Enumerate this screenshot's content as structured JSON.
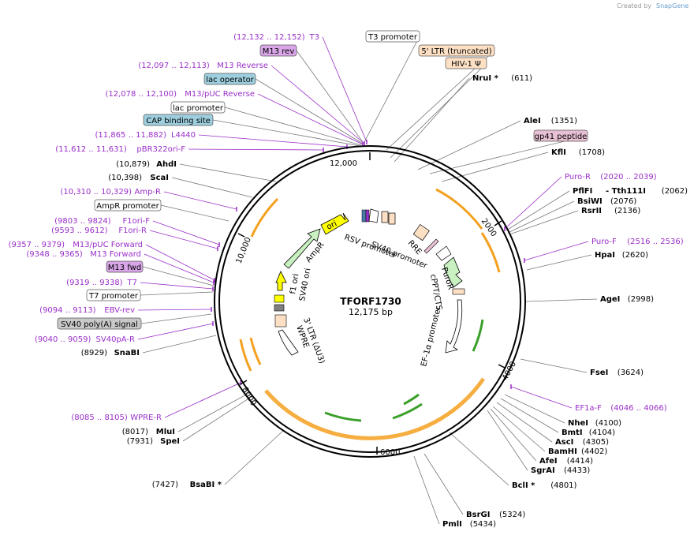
{
  "brand": {
    "created_by": "Created by",
    "app": "SnapGene"
  },
  "plasmid": {
    "name": "TFORF1730",
    "size": "12,175 bp"
  },
  "ticks": [
    "12,000",
    "2000",
    "4000",
    "6000",
    "8000",
    "10,000"
  ],
  "labels": [
    {
      "text": "T3",
      "range": "(12,132 .. 12,152)",
      "kind": "purple"
    },
    {
      "text": "T3 promoter",
      "kind": "box",
      "fill": "#ffffff"
    },
    {
      "text": "M13 rev",
      "kind": "box",
      "fill": "#d9a6e8"
    },
    {
      "text": "5' LTR (truncated)",
      "kind": "box",
      "fill": "#fde0c4"
    },
    {
      "text": "HIV-1 Ψ",
      "kind": "box",
      "fill": "#fde0c4"
    },
    {
      "text": "M13 Reverse",
      "range": "(12,097 .. 12,113)",
      "kind": "purple"
    },
    {
      "text": "NruI *",
      "pos": "(611)",
      "kind": "enzyme"
    },
    {
      "text": "lac operator",
      "kind": "box",
      "fill": "#9ecfdf"
    },
    {
      "text": "M13/pUC Reverse",
      "range": "(12,078 .. 12,100)",
      "kind": "purple"
    },
    {
      "text": "lac promoter",
      "kind": "box",
      "fill": "#ffffff"
    },
    {
      "text": "CAP binding site",
      "kind": "box",
      "fill": "#9ecfdf"
    },
    {
      "text": "AleI",
      "pos": "(1351)",
      "kind": "enzyme"
    },
    {
      "text": "L4440",
      "range": "(11,865 .. 11,882)",
      "kind": "purple"
    },
    {
      "text": "gp41 peptide",
      "kind": "box",
      "fill": "#e8c0d4"
    },
    {
      "text": "pBR322ori-F",
      "range": "(11,612 .. 11,631)",
      "kind": "purple"
    },
    {
      "text": "KflI",
      "pos": "(1708)",
      "kind": "enzyme"
    },
    {
      "text": "AhdI",
      "pos": "(10,879)",
      "kind": "enzyme-left"
    },
    {
      "text": "ScaI",
      "pos": "(10,398)",
      "kind": "enzyme-left"
    },
    {
      "text": "Puro-R",
      "range": "(2020 .. 2039)",
      "kind": "purple-right"
    },
    {
      "text": "Amp-R",
      "range": "(10,310 .. 10,329)",
      "kind": "purple"
    },
    {
      "text": "PflFI",
      "extra": "Tth111I",
      "pos": "(2062)",
      "kind": "enzyme"
    },
    {
      "text": "BsiWI",
      "pos": "(2076)",
      "kind": "enzyme"
    },
    {
      "text": "AmpR promoter",
      "kind": "box",
      "fill": "#ffffff"
    },
    {
      "text": "RsrII",
      "pos": "(2136)",
      "kind": "enzyme"
    },
    {
      "text": "F1ori-F",
      "range": "(9803 .. 9824)",
      "kind": "purple"
    },
    {
      "text": "F1ori-R",
      "range": "(9593 .. 9612)",
      "kind": "purple"
    },
    {
      "text": "Puro-F",
      "range": "(2516 .. 2536)",
      "kind": "purple-right"
    },
    {
      "text": "M13/pUC Forward",
      "range": "(9357 .. 9379)",
      "kind": "purple"
    },
    {
      "text": "M13 Forward",
      "range": "(9348 .. 9365)",
      "kind": "purple"
    },
    {
      "text": "HpaI",
      "pos": "(2620)",
      "kind": "enzyme"
    },
    {
      "text": "M13 fwd",
      "kind": "box",
      "fill": "#d9a6e8"
    },
    {
      "text": "T7",
      "range": "(9319 .. 9338)",
      "kind": "purple"
    },
    {
      "text": "T7 promoter",
      "kind": "box",
      "fill": "#ffffff"
    },
    {
      "text": "AgeI",
      "pos": "(2998)",
      "kind": "enzyme"
    },
    {
      "text": "EBV-rev",
      "range": "(9094 .. 9113)",
      "kind": "purple"
    },
    {
      "text": "SV40 poly(A) signal",
      "kind": "box",
      "fill": "#c8c8c8"
    },
    {
      "text": "SV40pA-R",
      "range": "(9040 .. 9059)",
      "kind": "purple"
    },
    {
      "text": "SnaBI",
      "pos": "(8929)",
      "kind": "enzyme-left"
    },
    {
      "text": "FseI",
      "pos": "(3624)",
      "kind": "enzyme"
    },
    {
      "text": "EF1a-F",
      "range": "(4046 .. 4066)",
      "kind": "purple-right"
    },
    {
      "text": "WPRE-R",
      "range": "(8085 .. 8105)",
      "kind": "purple"
    },
    {
      "text": "NheI",
      "pos": "(4100)",
      "kind": "enzyme"
    },
    {
      "text": "MluI",
      "pos": "(8017)",
      "kind": "enzyme-left"
    },
    {
      "text": "BmtI",
      "pos": "(4104)",
      "kind": "enzyme"
    },
    {
      "text": "SpeI",
      "pos": "(7931)",
      "kind": "enzyme-left"
    },
    {
      "text": "AscI",
      "pos": "(4305)",
      "kind": "enzyme"
    },
    {
      "text": "BamHI",
      "pos": "(4402)",
      "kind": "enzyme"
    },
    {
      "text": "AfeI",
      "pos": "(4414)",
      "kind": "enzyme"
    },
    {
      "text": "SgrAI",
      "pos": "(4433)",
      "kind": "enzyme"
    },
    {
      "text": "BsaBI *",
      "pos": "(7427)",
      "kind": "enzyme-left"
    },
    {
      "text": "BclI *",
      "pos": "(4801)",
      "kind": "enzyme"
    },
    {
      "text": "BsrGI",
      "pos": "(5324)",
      "kind": "enzyme"
    },
    {
      "text": "PmlI",
      "pos": "(5434)",
      "kind": "enzyme"
    }
  ],
  "inner_features": [
    {
      "text": "RSV promoter"
    },
    {
      "text": "SV40 promoter"
    },
    {
      "text": "RRE"
    },
    {
      "text": "PuroR"
    },
    {
      "text": "cPPT/CTS"
    },
    {
      "text": "EF-1α promoter"
    },
    {
      "text": "ori"
    },
    {
      "text": "AmpR"
    },
    {
      "text": "f1 ori"
    },
    {
      "text": "SV40 ori"
    },
    {
      "text": "3' LTR (ΔU3)"
    },
    {
      "text": "WPRE"
    }
  ],
  "colors": {
    "purple": "#9a2ec8",
    "ring": "#000000",
    "orange": "#f4a020",
    "green": "#3aa02a",
    "ampr_fill": "#c8f0c0",
    "ori_fill": "#ffff00",
    "ltr_fill": "#fde0c4"
  }
}
